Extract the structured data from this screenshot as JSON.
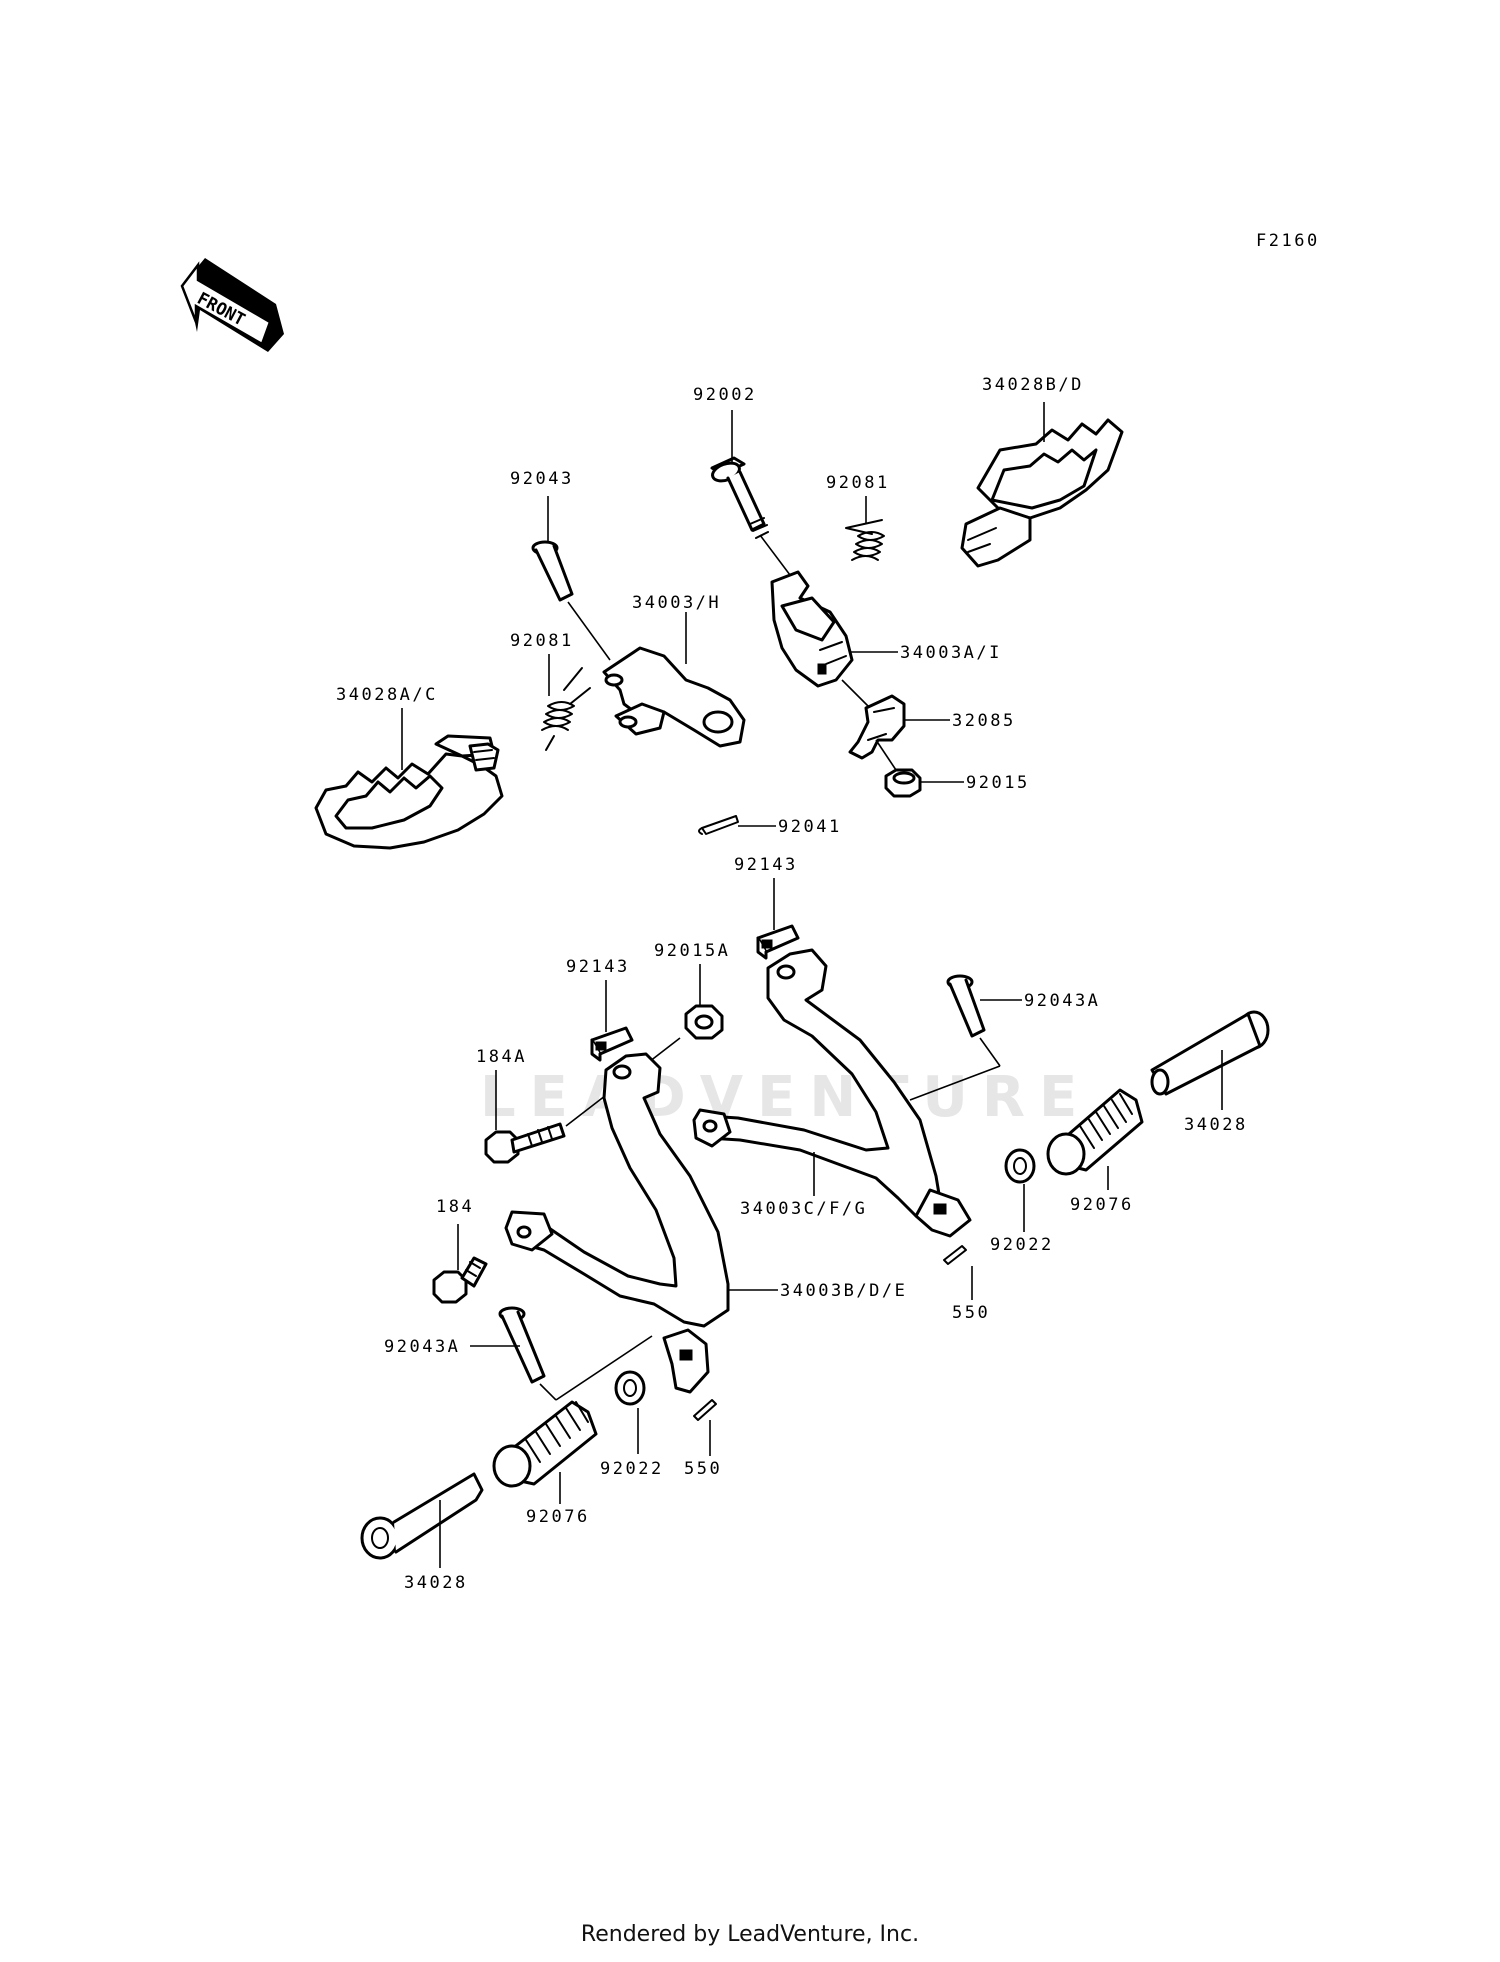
{
  "diagram_code": "F2160",
  "front_arrow_label": "FRONT",
  "watermark": "LEADVENTURE",
  "footer": "Rendered by LeadVenture, Inc.",
  "labels": {
    "p92002": "92002",
    "p34028BD": "34028B/D",
    "p92043": "92043",
    "p92081_top": "92081",
    "p34003H": "34003/H",
    "p34003AI": "34003A/I",
    "p92081_left": "92081",
    "p34028AC": "34028A/C",
    "p32085": "32085",
    "p92015": "92015",
    "p92041": "92041",
    "p92143_top": "92143",
    "p92015A": "92015A",
    "p92143_left": "92143",
    "p92043A_right": "92043A",
    "p184A": "184A",
    "p34028_right": "34028",
    "p34003CFG": "34003C/F/G",
    "p92076_right": "92076",
    "p92022_right": "92022",
    "p184": "184",
    "p550_right": "550",
    "p34003BDE": "34003B/D/E",
    "p92043A_left": "92043A",
    "p92022_left": "92022",
    "p550_left": "550",
    "p92076_left": "92076",
    "p34028_left": "34028"
  }
}
